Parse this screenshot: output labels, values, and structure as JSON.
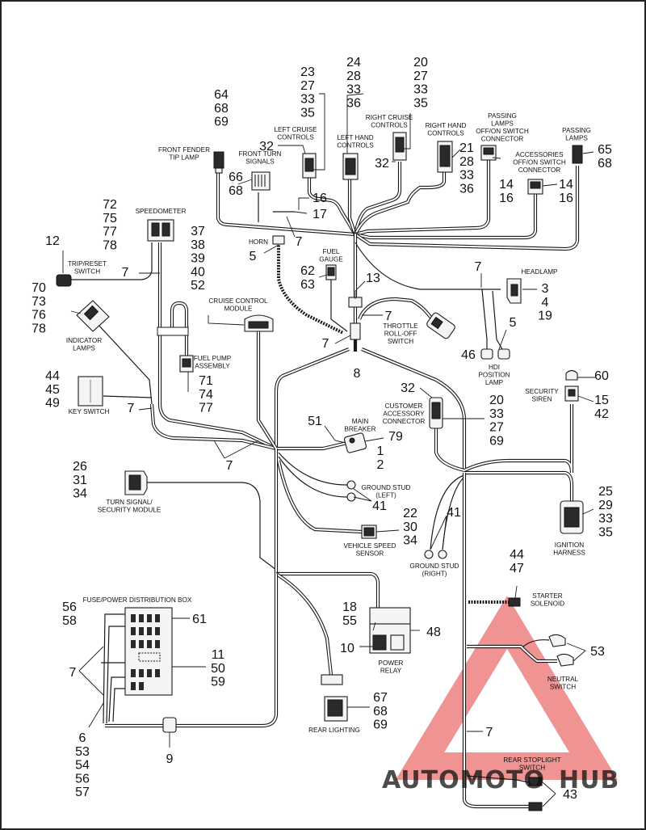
{
  "labels": {
    "front_fender_tip_lamp": "FRONT FENDER\nTIP LAMP",
    "front_turn_signals": "FRONT TURN\nSIGNALS",
    "left_cruise_controls": "LEFT CRUISE\nCONTROLS",
    "left_hand_controls": "LEFT HAND\nCONTROLS",
    "right_cruise_controls": "RIGHT CRUISE\nCONTROLS",
    "right_hand_controls": "RIGHT HAND\nCONTROLS",
    "passing_lamps_switch": "PASSING\nLAMPS\nOFF/ON SWITCH\nCONNECTOR",
    "accessories_switch": "ACCESSORIES\nOFF/ON SWITCH\nCONNECTOR",
    "passing_lamps": "PASSING\nLAMPS",
    "speedometer": "SPEEDOMETER",
    "trip_reset_switch": "TRIP/RESET\nSWITCH",
    "horn": "HORN",
    "fuel_gauge": "FUEL\nGAUGE",
    "headlamp": "HEADLAMP",
    "cruise_control_module": "CRUISE CONTROL\nMODULE",
    "indicator_lamps": "INDICATOR\nLAMPS",
    "fuel_pump_assembly": "FUEL PUMP\nASSEMBLY",
    "throttle_roll_off_switch": "THROTTLE\nROLL-OFF\nSWITCH",
    "hdi_position_lamp": "HDI\nPOSITION\nLAMP",
    "security_siren": "SECURITY\nSIREN",
    "key_switch": "KEY SWITCH",
    "customer_accessory_connector": "CUSTOMER\nACCESSORY\nCONNECTOR",
    "main_breaker": "MAIN\nBREAKER",
    "turn_signal_security_module": "TURN SIGNAL/\nSECURITY MODULE",
    "ground_stud_left": "GROUND STUD\n(LEFT)",
    "vehicle_speed_sensor": "VEHICLE SPEED\nSENSOR",
    "ground_stud_right": "GROUND STUD\n(RIGHT)",
    "ignition_harness": "IGNITION\nHARNESS",
    "starter_solenoid": "STARTER\nSOLENOID",
    "fuse_power_distribution_box": "FUSE/POWER DISTRIBUTION BOX",
    "power_relay": "POWER\nRELAY",
    "neutral_switch": "NEUTRAL\nSWITCH",
    "rear_lighting": "REAR LIGHTING",
    "rear_stoplight_switch": "REAR STOPLIGHT\nSWITCH"
  },
  "callouts": {
    "c64": "64\n68\n69",
    "c66": "66\n68",
    "c32a": "32",
    "c23": "23\n27\n33\n35",
    "c24": "24\n28\n33\n36",
    "c20a": "20\n27\n33\n35",
    "c32b": "32",
    "c21": "21\n28\n33\n36",
    "c14a": "14\n16",
    "c14b": "14\n16",
    "c65": "65\n68",
    "c16": "16",
    "c17": "17",
    "c72": "72\n75\n77\n78",
    "c12": "12",
    "c7a": "7",
    "c5a": "5",
    "c7b": "7",
    "c37": "37\n38\n39\n40\n52",
    "c62": "62\n63",
    "c13": "13",
    "c7c": "7",
    "c3": "3\n4\n19",
    "c70": "70\n73\n76\n78",
    "c7d": "7",
    "c5b": "5",
    "c46": "46",
    "c7e": "7",
    "c8": "8",
    "c71": "71\n74\n77",
    "c60": "60",
    "c15": "15\n42",
    "c44a": "44\n45\n49",
    "c7f": "7",
    "c32c": "32",
    "c20b": "20\n33\n27\n69",
    "c51": "51",
    "c79": "79",
    "c1": "1\n2",
    "c7g": "7",
    "c26": "26\n31\n34",
    "c41a": "41",
    "c22": "22\n30\n34",
    "c41b": "41",
    "c25": "25\n29\n33\n35",
    "c44b": "44\n47",
    "c56": "56\n58",
    "c61": "61",
    "c18": "18\n55",
    "c48": "48",
    "c10": "10",
    "c11": "11\n50\n59",
    "c7h": "7",
    "c53a": "53",
    "c67": "67\n68\n69",
    "c6": "6\n53\n54\n56\n57",
    "c9": "9",
    "c7i": "7",
    "c43": "43"
  },
  "watermark": {
    "text_part1": "AUTOMOTO",
    "text_part2": "HUB",
    "color_orange": "#f2a23a",
    "color_red": "#e23a3a",
    "color_gray": "#8a8a8a"
  }
}
